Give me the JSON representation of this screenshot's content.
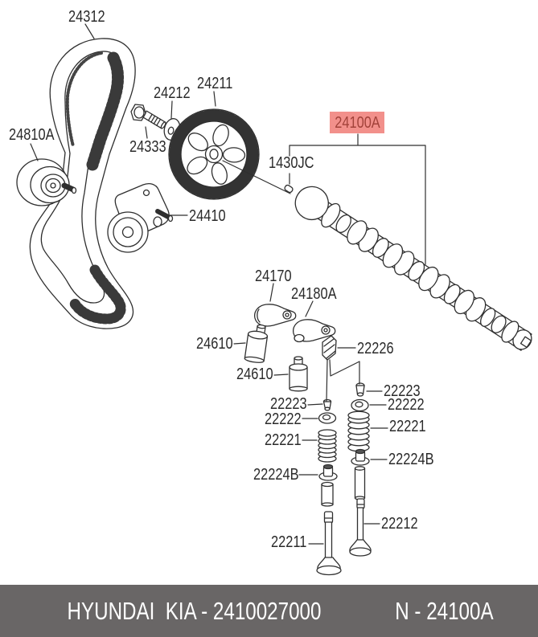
{
  "callouts": [
    {
      "part": "24312",
      "label": "24312"
    },
    {
      "part": "24810A",
      "label": "24810A"
    },
    {
      "part": "24212",
      "label": "24212"
    },
    {
      "part": "24333",
      "label": "24333"
    },
    {
      "part": "24211",
      "label": "24211"
    },
    {
      "part": "24410",
      "label": "24410"
    },
    {
      "part": "24100A",
      "label": "24100A",
      "highlighted": true
    },
    {
      "part": "1430JC",
      "label": "1430JC"
    },
    {
      "part": "24170",
      "label": "24170"
    },
    {
      "part": "24180A",
      "label": "24180A"
    },
    {
      "part": "24610",
      "label": "24610"
    },
    {
      "part": "24610",
      "label": "24610"
    },
    {
      "part": "22226",
      "label": "22226"
    },
    {
      "part": "22223",
      "label": "22223"
    },
    {
      "part": "22222",
      "label": "22222"
    },
    {
      "part": "22221",
      "label": "22221"
    },
    {
      "part": "22224B",
      "label": "22224B"
    },
    {
      "part": "22211",
      "label": "22211"
    },
    {
      "part": "22223",
      "label": "22223"
    },
    {
      "part": "22222",
      "label": "22222"
    },
    {
      "part": "22221",
      "label": "22221"
    },
    {
      "part": "22224B",
      "label": "22224B"
    },
    {
      "part": "22212",
      "label": "22212"
    }
  ],
  "highlight": {
    "bg": "#f2908b",
    "text_color": "#a2423a",
    "selected_part": "24100A"
  },
  "footer": {
    "brand_part_text": "HYUNDAI  KIA - 2410027000",
    "ref_text": "N - 24100A",
    "bg": "#696666",
    "text_color": "#ffffff"
  },
  "diagram_line_color": "#2f2f2f"
}
